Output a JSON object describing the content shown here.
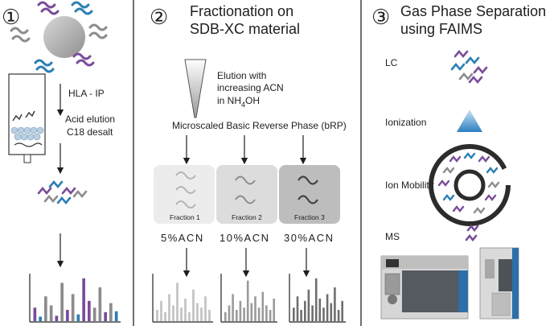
{
  "panel1": {
    "number": "①",
    "labels": {
      "hla_ip": "HLA - IP",
      "acid_line1": "Acid elution",
      "acid_line2": "C18 desalt"
    }
  },
  "panel2": {
    "number": "②",
    "title_line1": "Fractionation on",
    "title_line2": "SDB-XC material",
    "elution_line1": "Elution with",
    "elution_line2": "increasing ACN",
    "elution_line3_a": "in NH",
    "elution_line3_sub": "4",
    "elution_line3_b": "OH",
    "brp_label": "Microscaled Basic Reverse Phase (bRP)",
    "fractions": [
      {
        "label": "Fraction 1",
        "acn": "5%ACN"
      },
      {
        "label": "Fraction 2",
        "acn": "10%ACN"
      },
      {
        "label": "Fraction 3",
        "acn": "30%ACN"
      }
    ]
  },
  "panel3": {
    "number": "③",
    "title_line1": "Gas Phase Separation",
    "title_line2": "using FAIMS",
    "steps": {
      "lc": "LC",
      "ionization": "Ionization",
      "ion_mobility": "Ion Mobility",
      "ms": "MS"
    }
  },
  "colors": {
    "purple": "#7a4c9a",
    "blue": "#2b7fb3",
    "gray": "#8c8c8c",
    "dark": "#444444",
    "frac1": "#ececec",
    "frac2": "#dcdcdc",
    "frac3": "#bdbdbd"
  },
  "spectra": {
    "panel1": [
      {
        "h": 0.3,
        "c": "purple"
      },
      {
        "h": 0.1,
        "c": "blue"
      },
      {
        "h": 0.55,
        "c": "gray"
      },
      {
        "h": 0.35,
        "c": "gray"
      },
      {
        "h": 0.12,
        "c": "purple"
      },
      {
        "h": 0.85,
        "c": "gray"
      },
      {
        "h": 0.25,
        "c": "purple"
      },
      {
        "h": 0.6,
        "c": "gray"
      },
      {
        "h": 0.15,
        "c": "blue"
      },
      {
        "h": 0.95,
        "c": "purple"
      },
      {
        "h": 0.45,
        "c": "purple"
      },
      {
        "h": 0.3,
        "c": "gray"
      },
      {
        "h": 0.75,
        "c": "gray"
      },
      {
        "h": 0.2,
        "c": "purple"
      },
      {
        "h": 0.4,
        "c": "gray"
      },
      {
        "h": 0.22,
        "c": "blue"
      }
    ],
    "fraction1": [
      0.25,
      0.45,
      0.2,
      0.6,
      0.35,
      0.85,
      0.3,
      0.5,
      0.2,
      0.7,
      0.4,
      0.3,
      0.55,
      0.25
    ],
    "fraction2": [
      0.2,
      0.35,
      0.6,
      0.25,
      0.45,
      0.3,
      0.9,
      0.4,
      0.55,
      0.3,
      0.65,
      0.35,
      0.25,
      0.5
    ],
    "fraction3": [
      0.3,
      0.55,
      0.25,
      0.45,
      0.7,
      0.35,
      0.95,
      0.5,
      0.3,
      0.6,
      0.4,
      0.75,
      0.25,
      0.45
    ]
  }
}
